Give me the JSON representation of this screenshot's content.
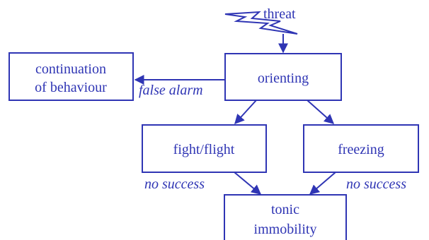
{
  "colors": {
    "ink": "#2f35b4",
    "background": "#ffffff"
  },
  "icons": {
    "threat": "lightning-bolt-icon"
  },
  "nodes": {
    "threat": "threat",
    "orienting": "orienting",
    "continuation_line1": "continuation",
    "continuation_line2": "of behaviour",
    "fight_flight": "fight/flight",
    "freezing": "freezing",
    "tonic_line1": "tonic",
    "tonic_line2": "immobility"
  },
  "edges": {
    "false_alarm": "false alarm",
    "no_success_left": "no success",
    "no_success_right": "no success"
  }
}
